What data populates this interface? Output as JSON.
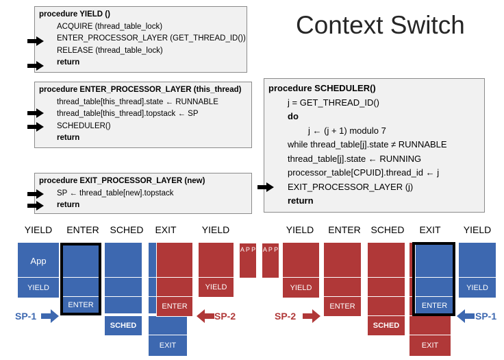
{
  "title": "Context Switch",
  "code_boxes": {
    "yield": {
      "lines": [
        "procedure YIELD ()",
        "ACQUIRE (thread_table_lock)",
        "ENTER_PROCESSOR_LAYER (GET_THREAD_ID())",
        "RELEASE (thread_table_lock)",
        "return"
      ]
    },
    "enter": {
      "lines": [
        "procedure ENTER_PROCESSOR_LAYER (this_thread)",
        "thread_table[this_thread].state ← RUNNABLE",
        "thread_table[this_thread].topstack ← SP",
        "SCHEDULER()",
        "return"
      ]
    },
    "exit": {
      "lines": [
        "procedure EXIT_PROCESSOR_LAYER (new)",
        "SP ← thread_table[new].topstack",
        "return"
      ]
    },
    "scheduler": {
      "lines": [
        "procedure SCHEDULER()",
        "j = GET_THREAD_ID()",
        "do",
        "j ← (j + 1) modulo 7",
        "while thread_table[j].state ≠ RUNNABLE",
        "thread_table[j].state ← RUNNING",
        "processor_table[CPUID].thread_id ← j",
        "EXIT_PROCESSOR_LAYER (j)",
        "return"
      ]
    }
  },
  "columns": [
    "YIELD",
    "ENTER",
    "SCHED",
    "EXIT",
    "YIELD",
    "YIELD",
    "ENTER",
    "SCHED",
    "EXIT",
    "YIELD"
  ],
  "blocks": {
    "app": "App",
    "yield": "YIELD",
    "enter": "ENTER",
    "sched": "SCHED",
    "exit": "EXIT",
    "app_vertical": "A P P"
  },
  "sp_labels": {
    "sp1": "SP-1",
    "sp2": "SP-2"
  },
  "colors": {
    "blue": "#3d68b0",
    "red": "#b03838"
  }
}
